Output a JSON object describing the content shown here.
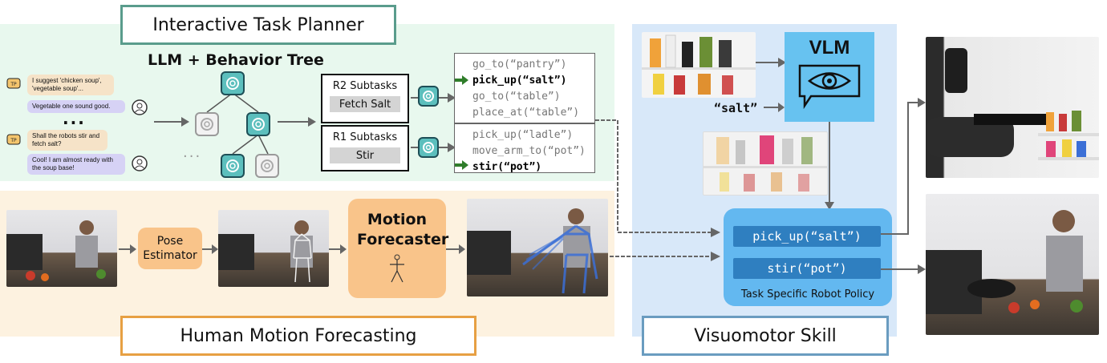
{
  "planner": {
    "title": "Interactive Task Planner",
    "heading": "LLM + Behavior Tree",
    "chats": [
      {
        "side": "human",
        "badge": "TP",
        "text": "I suggest 'chicken soup', 'vegetable soup'..."
      },
      {
        "side": "robot",
        "text": "Vegetable one sound good."
      },
      {
        "side": "human",
        "badge": "TP",
        "text": "Shall the robots stir and fetch salt?"
      },
      {
        "side": "robot",
        "text": "Cool! I am almost ready with the soup base!"
      }
    ],
    "ellipsis": "...",
    "tree_ellipsis": "...",
    "r2": {
      "title": "R2 Subtasks",
      "task": "Fetch Salt",
      "code": [
        "go_to(“pantry”)",
        "pick_up(“salt”)",
        "go_to(“table”)",
        "place_at(“table”)"
      ],
      "active_index": 1
    },
    "r1": {
      "title": "R1 Subtasks",
      "task": "Stir",
      "code": [
        "pick_up(“ladle”)",
        "move_arm_to(“pot”)",
        "stir(“pot”)"
      ],
      "active_index": 2
    }
  },
  "forecast": {
    "title": "Human Motion Forecasting",
    "pose_estimator": "Pose Estimator",
    "motion_forecaster": "Motion Forecaster"
  },
  "visuomotor": {
    "title": "Visuomotor Skill",
    "vlm": "VLM",
    "query": "“salt”",
    "actions": [
      "pick_up(“salt”)",
      "stir(“pot”)"
    ],
    "policy_label": "Task Specific Robot Policy"
  },
  "colors": {
    "planner_bg": "#e8f8ee",
    "planner_border": "#5a9c8c",
    "forecast_bg": "#fdf2e0",
    "forecast_border": "#e7a043",
    "visuo_bg": "#d8e8f9",
    "visuo_border": "#6a9cc0",
    "vlm_bg": "#67c2f0",
    "policy_bg": "#63b8f0",
    "module_orange": "#f9c48a",
    "arrow_green": "#2f7d2a"
  }
}
